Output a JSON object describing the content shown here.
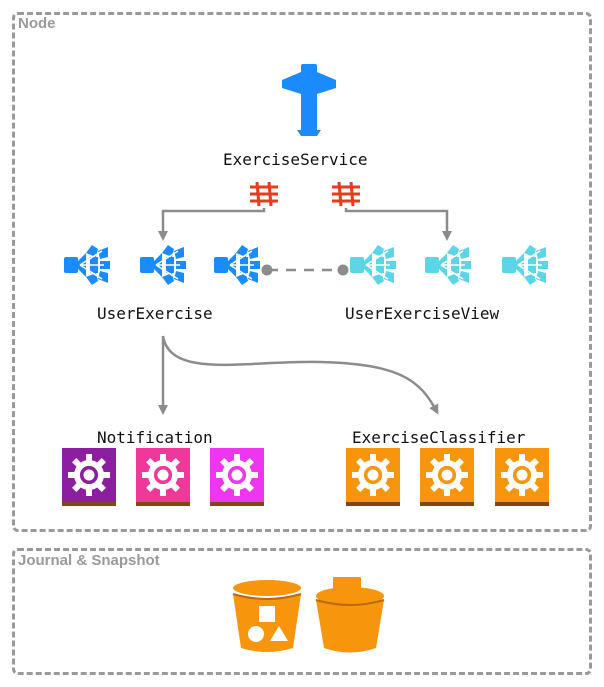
{
  "groups": {
    "node": {
      "label": "Node"
    },
    "journal": {
      "label": "Journal & Snapshot"
    }
  },
  "nodes": {
    "exercise_service": {
      "label": "ExerciseService",
      "icon": "api-gateway-icon",
      "color": "#1a8cff"
    },
    "user_exercise": {
      "label": "UserExercise",
      "icon": "kinesis-stream-icon",
      "color": "#1a8cff"
    },
    "user_exercise_view": {
      "label": "UserExerciseView",
      "icon": "kinesis-stream-icon",
      "color": "#5cd6e6"
    },
    "notification": {
      "label": "Notification",
      "icon": "lambda-gear-icon",
      "colors": [
        "#8b1fa0",
        "#f0389a",
        "#ee36f0"
      ]
    },
    "exercise_classifier": {
      "label": "ExerciseClassifier",
      "icon": "lambda-gear-icon",
      "color": "#f7960d"
    },
    "journal_store": {
      "icons": [
        "s3-bucket-objects-icon",
        "s3-bucket-icon"
      ],
      "color": "#f7960d"
    }
  },
  "colors": {
    "edge": "#8c8c8c",
    "endpoint_bars": "#e83a1d",
    "group_border": "#9a9a9a"
  }
}
